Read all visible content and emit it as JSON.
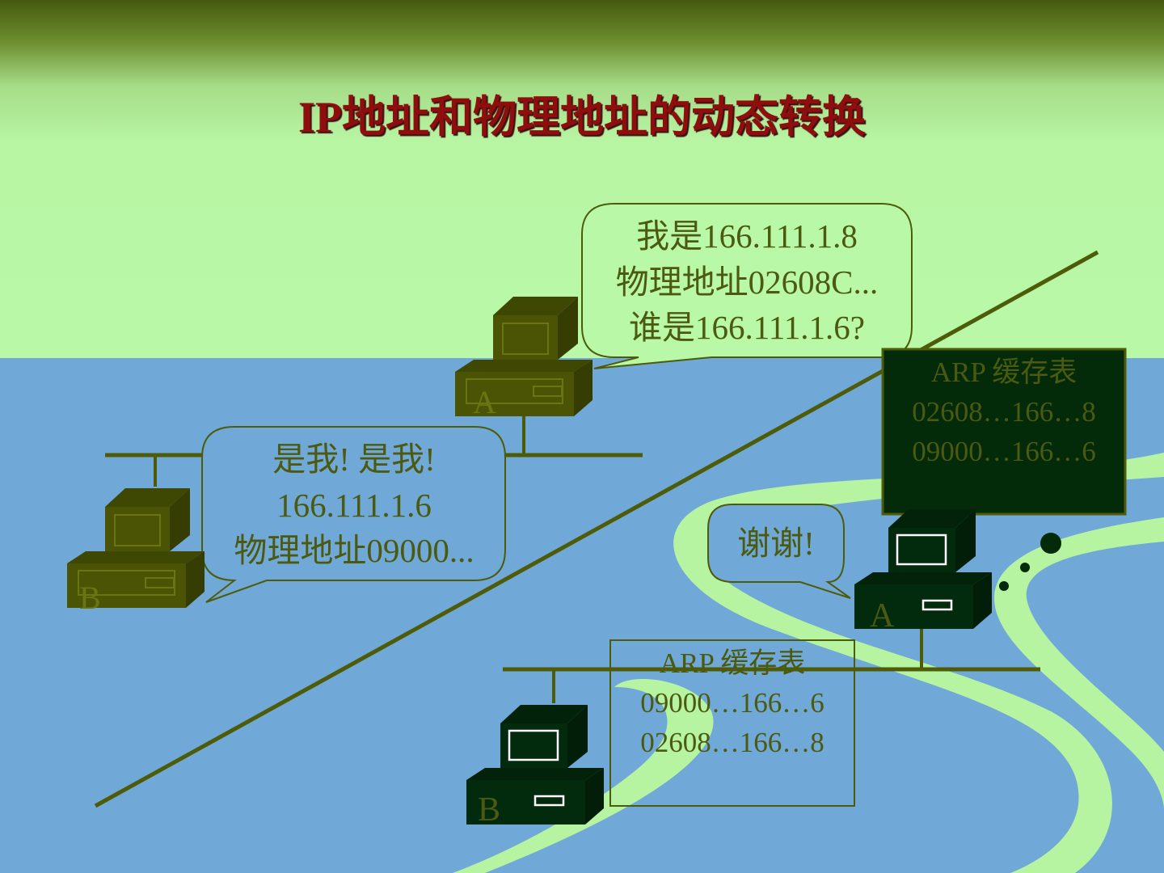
{
  "title": "IP地址和物理地址的动态转换",
  "bubble_a": {
    "line1": "我是166.111.1.8",
    "line2": "物理地址02608C...",
    "line3": "谁是166.111.1.6?"
  },
  "bubble_b": {
    "line1": "是我! 是我!",
    "line2": "166.111.1.6",
    "line3": "物理地址09000..."
  },
  "bubble_thanks": {
    "line1": "谢谢!"
  },
  "arp_table_a": {
    "title": "ARP 缓存表",
    "rows": [
      "02608…166…8",
      "09000…166…6"
    ]
  },
  "arp_table_b": {
    "title": "ARP 缓存表",
    "rows": [
      "09000…166…6",
      "02608…166…8"
    ]
  },
  "computers": {
    "top_a": "A",
    "top_b": "B",
    "bottom_a": "A",
    "bottom_b": "B"
  },
  "colors": {
    "olive": "#4b5a10",
    "dark": "#032a09",
    "title": "#8e0d0d",
    "blue": "#70a8d8",
    "light_green": "#b8f8a6"
  }
}
